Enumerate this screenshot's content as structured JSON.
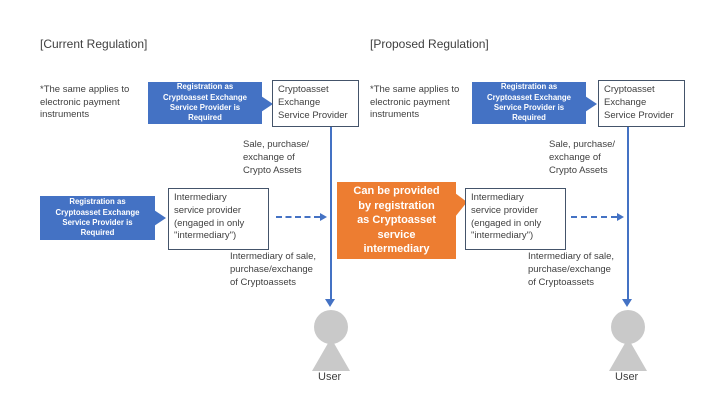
{
  "colors": {
    "accent_blue": "#4472C4",
    "accent_orange": "#ED7D31",
    "box_border": "#44546A",
    "text": "#3f3f3f",
    "user_gray": "#C9C9C9"
  },
  "orange_callout": {
    "text": "Can be provided\nby registration\nas Cryptoasset\nservice\nintermediary"
  },
  "panels": [
    {
      "title": "[Current Regulation]",
      "note": "*The same applies to\nelectronic payment\ninstruments",
      "registration_callout": "Registration as\nCryptoasset Exchange\nService Provider is\nRequired",
      "intermediary_callout": "Registration as\nCryptoasset Exchange\nService Provider is\nRequired",
      "exchange_box": "Cryptoasset\nExchange\nService Provider",
      "sale_label": "Sale, purchase/\nexchange of\nCrypto Assets",
      "intermediary_box": "Intermediary\nservice provider\n(engaged in only\n\"intermediary\")",
      "intermediary_label": "Intermediary of sale,\npurchase/exchange\nof Cryptoassets",
      "user_label": "User"
    },
    {
      "title": "[Proposed Regulation]",
      "note": "*The same applies to\nelectronic payment\ninstruments",
      "registration_callout": "Registration as\nCryptoasset Exchange\nService Provider is\nRequired",
      "exchange_box": "Cryptoasset\nExchange\nService Provider",
      "sale_label": "Sale, purchase/\nexchange of\nCrypto Assets",
      "intermediary_box": "Intermediary\nservice provider\n(engaged in only\n\"intermediary\")",
      "intermediary_label": "Intermediary of sale,\npurchase/exchange\nof Cryptoassets",
      "user_label": "User"
    }
  ]
}
